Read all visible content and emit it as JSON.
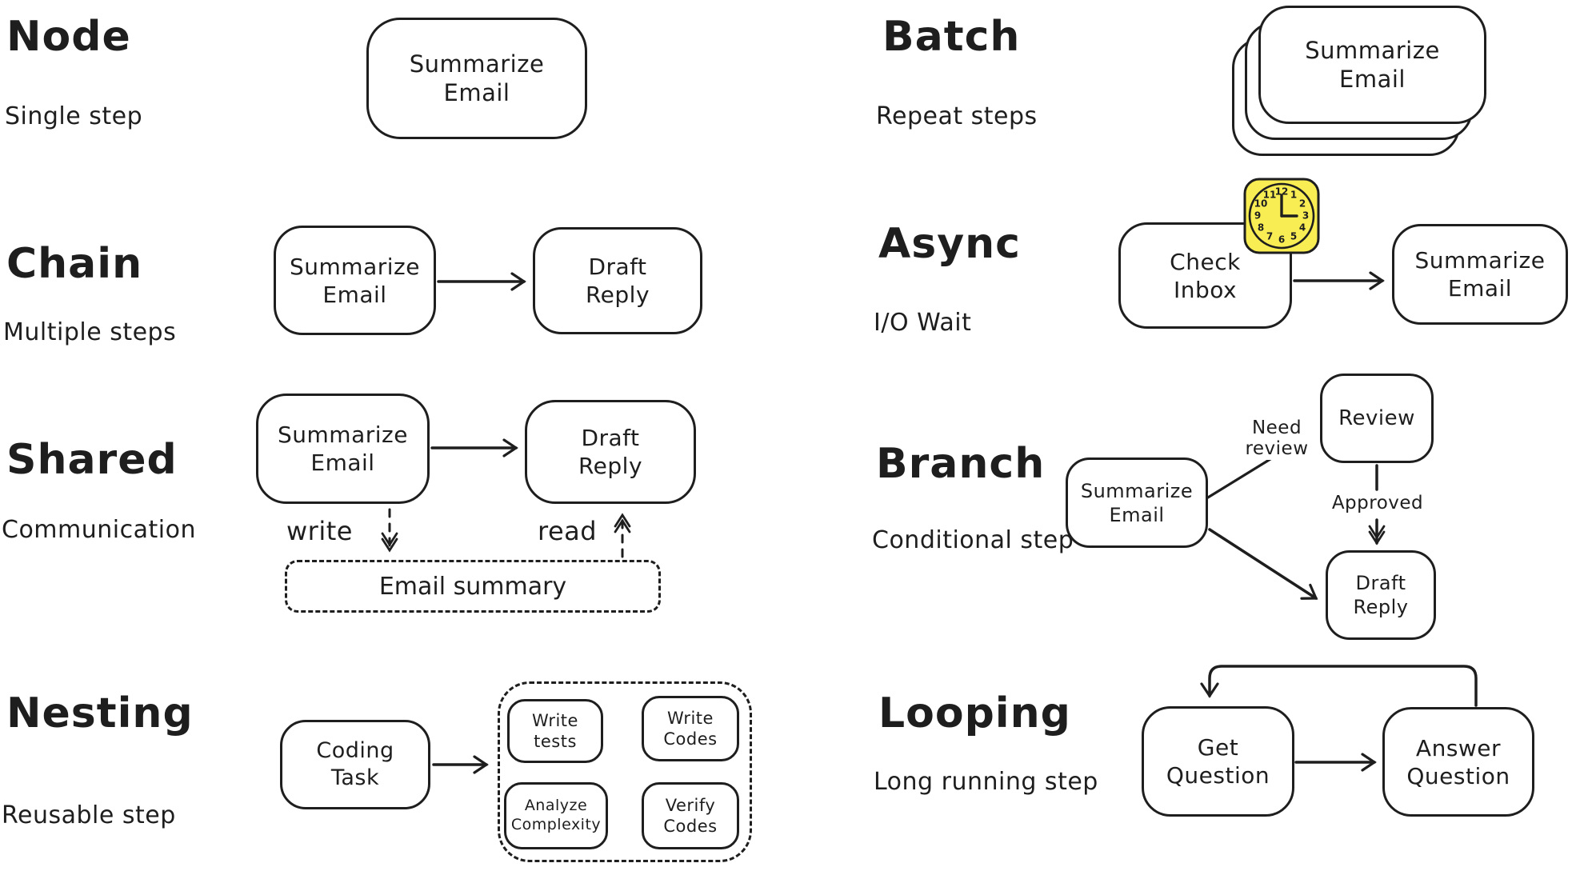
{
  "sections": {
    "node": {
      "title": "Node",
      "subtitle": "Single step",
      "box": [
        "Summarize",
        "Email"
      ]
    },
    "chain": {
      "title": "Chain",
      "subtitle": "Multiple steps",
      "box1": [
        "Summarize",
        "Email"
      ],
      "box2": [
        "Draft",
        "Reply"
      ]
    },
    "shared": {
      "title": "Shared",
      "subtitle": "Communication",
      "box1": [
        "Summarize",
        "Email"
      ],
      "box2": [
        "Draft",
        "Reply"
      ],
      "write_label": "write",
      "read_label": "read",
      "store": "Email summary"
    },
    "nesting": {
      "title": "Nesting",
      "subtitle": "Reusable step",
      "task": [
        "Coding",
        "Task"
      ],
      "write_tests": [
        "Write",
        "tests"
      ],
      "write_codes": [
        "Write",
        "Codes"
      ],
      "analyze": [
        "Analyze",
        "Complexity"
      ],
      "verify": [
        "Verify",
        "Codes"
      ]
    },
    "batch": {
      "title": "Batch",
      "subtitle": "Repeat steps",
      "card": [
        "Summarize",
        "Email"
      ]
    },
    "async": {
      "title": "Async",
      "subtitle": "I/O Wait",
      "box1": [
        "Check",
        "Inbox"
      ],
      "box2": [
        "Summarize",
        "Email"
      ]
    },
    "branch": {
      "title": "Branch",
      "subtitle": "Conditional step",
      "source": [
        "Summarize",
        "Email"
      ],
      "review": "Review",
      "draft": [
        "Draft",
        "Reply"
      ],
      "need_review": [
        "Need",
        "review"
      ],
      "approved": "Approved"
    },
    "looping": {
      "title": "Looping",
      "subtitle": "Long running step",
      "box1": [
        "Get",
        "Question"
      ],
      "box2": [
        "Answer",
        "Question"
      ]
    }
  },
  "clock_numbers": [
    "12",
    "1",
    "2",
    "3",
    "4",
    "5",
    "6",
    "7",
    "8",
    "9",
    "10",
    "11"
  ],
  "colors": {
    "ink": "#1e1e1e",
    "clock_fill": "#f8ee54"
  }
}
